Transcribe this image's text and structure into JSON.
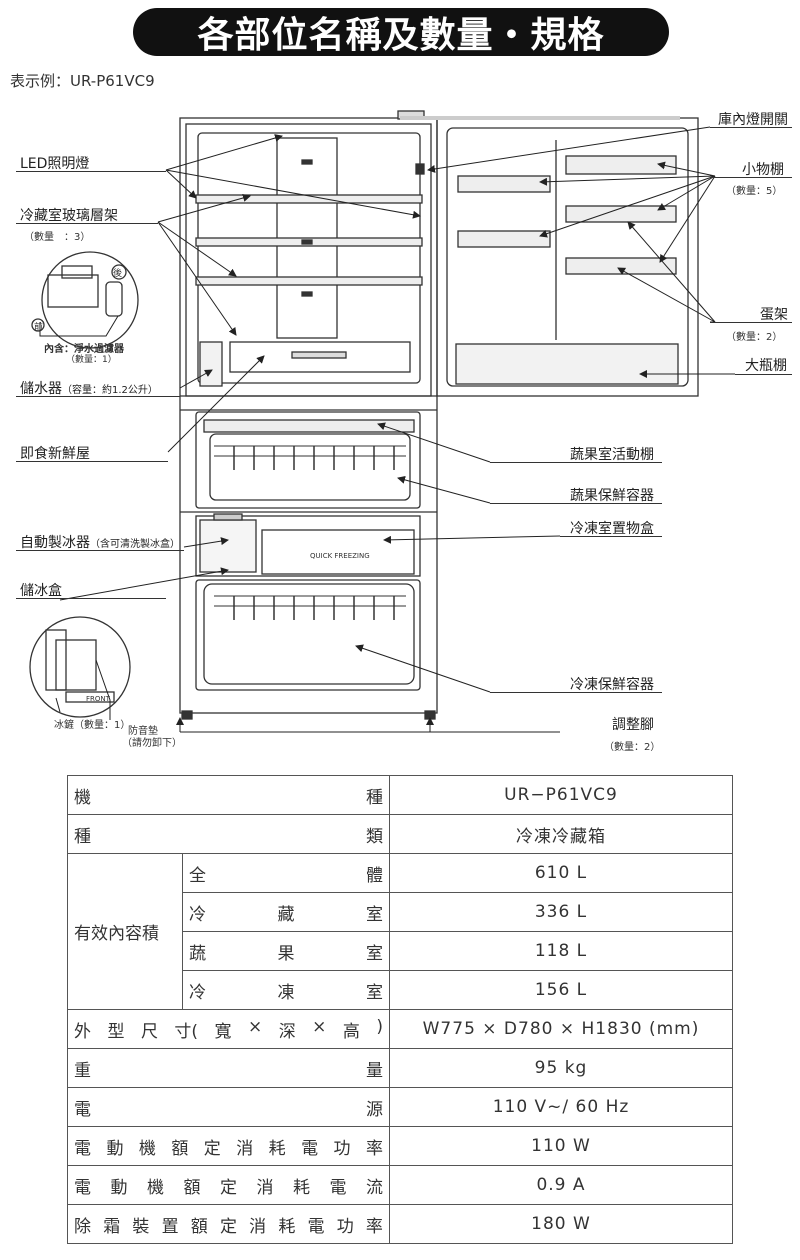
{
  "title": "各部位名稱及數量・規格",
  "model_line": "表示例：UR-P61VC9",
  "labels": {
    "led": "LED照明燈",
    "glass_shelf": "冷藏室玻璃層架",
    "glass_shelf_qty": "（數量　：3）",
    "rear": "後",
    "front": "前",
    "filter": "內含：淨水過濾器",
    "filter_qty": "（數量：1）",
    "water_tank": "儲水器",
    "water_tank_cap": "（容量：約1.2公升）",
    "chilled_room": "即食新鮮屋",
    "ice_maker": "自動製冰器",
    "ice_maker_note": "（含可清洗製冰盒）",
    "ice_box": "儲冰盒",
    "ice_shovel": "冰鏟（數量：1）",
    "anti_tip": "防音墊",
    "anti_tip_note": "（請勿卸下）",
    "front_mark": "FRONT",
    "light_switch": "庫內燈開關",
    "small_shelf": "小物棚",
    "small_shelf_qty": "（數量：5）",
    "egg_rack": "蛋架",
    "egg_rack_qty": "（數量：2）",
    "bottle_shelf": "大瓶棚",
    "veg_shelf": "蔬果室活動棚",
    "veg_container": "蔬果保鮮容器",
    "freezer_box": "冷凍室置物盒",
    "freezer_container": "冷凍保鮮容器",
    "adjust_foot": "調整腳",
    "adjust_foot_qty": "（數量：2）",
    "quick_freezing": "QUICK FREEZING"
  },
  "spec": {
    "model_label": "機　　　種",
    "model_value": "UR−P61VC9",
    "type_label": "種　　　類",
    "type_value": "冷凍冷藏箱",
    "capacity_label": "有效內容積",
    "capacity_rows": [
      {
        "label": [
          "全",
          "體"
        ],
        "value": "610 L"
      },
      {
        "label": [
          "冷",
          "藏",
          "室"
        ],
        "value": "336 L"
      },
      {
        "label": [
          "蔬",
          "果",
          "室"
        ],
        "value": "118 L"
      },
      {
        "label": [
          "冷",
          "凍",
          "室"
        ],
        "value": "156 L"
      }
    ],
    "dims_label": [
      "外",
      "型",
      "尺",
      "寸(",
      "寬",
      "×",
      "深",
      "×",
      "高",
      ")"
    ],
    "dims_value": "W775 × D780 × H1830 (mm)",
    "weight_label": [
      "重",
      "量"
    ],
    "weight_value": "95 kg",
    "power_label": [
      "電",
      "源"
    ],
    "power_value": "110 V~/ 60 Hz",
    "motor_power_label": [
      "電",
      "動",
      "機",
      "額",
      "定",
      "消",
      "耗",
      "電",
      "功",
      "率"
    ],
    "motor_power_value": "110 W",
    "motor_current_label": [
      "電",
      "動",
      "機",
      "額",
      "定",
      "消",
      "耗",
      "電",
      "流"
    ],
    "motor_current_value": "0.9 A",
    "defrost_label": [
      "除",
      "霜",
      "裝",
      "置",
      "額",
      "定",
      "消",
      "耗",
      "電",
      "功",
      "率"
    ],
    "defrost_value": "180 W"
  }
}
